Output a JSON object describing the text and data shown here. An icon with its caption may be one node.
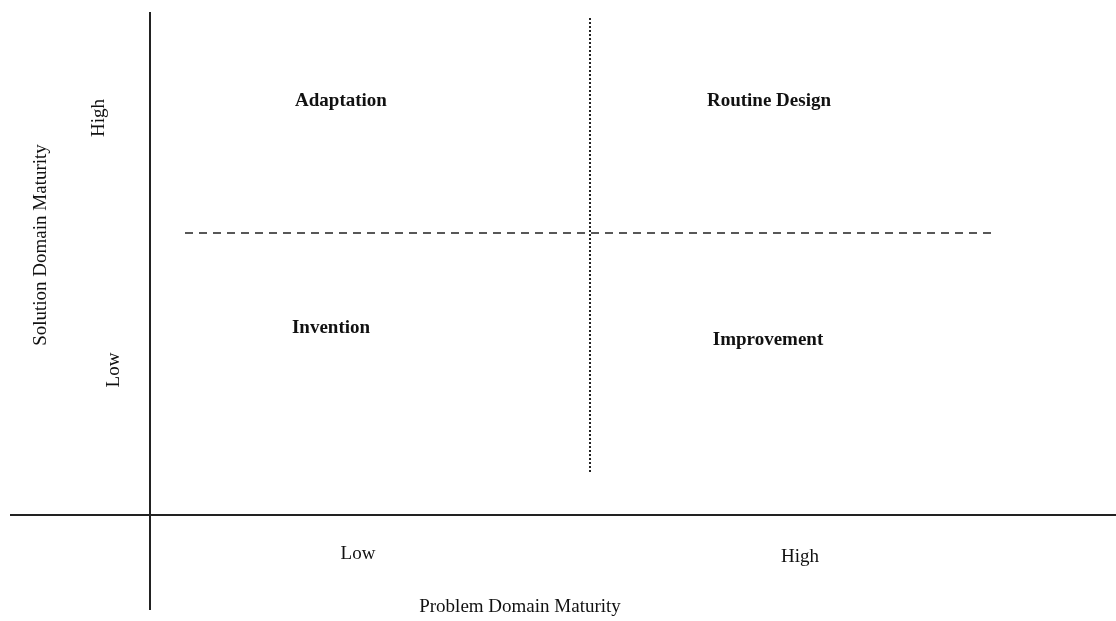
{
  "diagram": {
    "labels": [
      "Solution Domain Maturity",
      "High",
      "Adaptation",
      "Routine Design",
      "Invention",
      "Improvement",
      "Low",
      "Low",
      "High",
      "Problem Domain Maturity"
    ]
  }
}
